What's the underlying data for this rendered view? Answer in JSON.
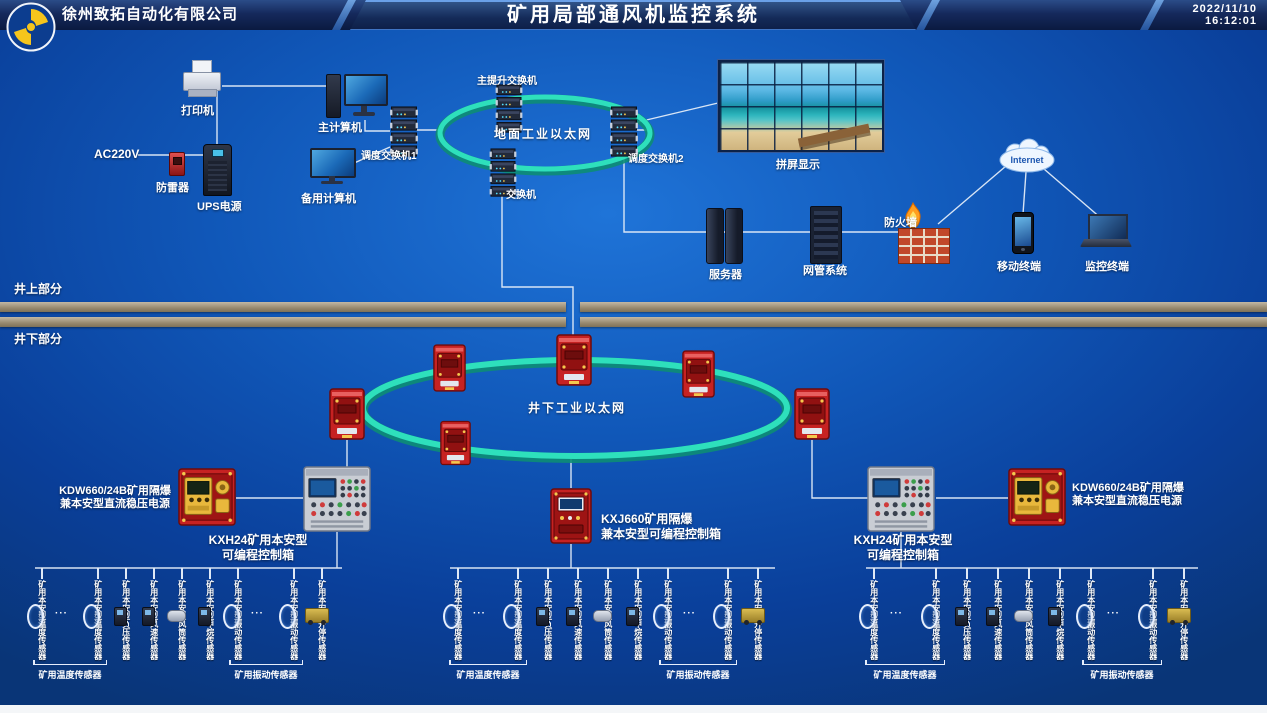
{
  "header": {
    "company": "徐州致拓自动化有限公司",
    "title": "矿用局部通风机监控系统",
    "date": "2022/11/10",
    "time": "16:12:01"
  },
  "sections": {
    "above_ground": "井上部分",
    "below_ground": "井下部分"
  },
  "surface": {
    "ring_label": "地面工业以太网",
    "printer": "打印机",
    "main_computer": "主计算机",
    "power_in": "AC220V",
    "surge_protector": "防雷器",
    "ups": "UPS电源",
    "backup_computer": "备用计算机",
    "dispatch_switch_1": "调度交换机1",
    "hoist_switch": "主提升交换机",
    "switch": "交换机",
    "dispatch_switch_2": "调度交换机2",
    "video_wall": "拼屏显示",
    "server": "服务器",
    "network_mgmt": "网管系统",
    "firewall": "防火墙",
    "internet": "Internet",
    "mobile_terminal": "移动终端",
    "monitor_terminal": "监控终端"
  },
  "underground": {
    "ring_label": "井下工业以太网",
    "left_power_line1": "KDW660/24B矿用隔爆",
    "left_power_line2": "兼本安型直流稳压电源",
    "left_panel_line1": "KXH24矿用本安型",
    "left_panel_line2": "可编程控制箱",
    "center_box_line1": "KXJ660矿用隔爆",
    "center_box_line2": "兼本安型可编程控制箱",
    "right_panel_line1": "KXH24矿用本安型",
    "right_panel_line2": "可编程控制箱",
    "right_power_line1": "KDW660/24B矿用隔爆",
    "right_power_line2": "兼本安型直流稳压电源",
    "ellipsis_text": "···",
    "sensor_groups": [
      {
        "id": "left",
        "sensors": [
          {
            "type": "ring",
            "label": "矿用本安型温度传感器"
          },
          {
            "type": "ellipsis"
          },
          {
            "type": "ring",
            "label": "矿用本安型温度传感器"
          },
          {
            "type": "device",
            "label": "矿用本安型负压传感器"
          },
          {
            "type": "device",
            "label": "矿用本安型风速传感器"
          },
          {
            "type": "duct",
            "label": "矿用本安型风筒传感器"
          },
          {
            "type": "device",
            "label": "矿用本安型甲烷传感器"
          },
          {
            "type": "ring",
            "label": "矿用本安型振动传感器"
          },
          {
            "type": "ellipsis"
          },
          {
            "type": "ring",
            "label": "矿用本安型振动传感器"
          },
          {
            "type": "fan",
            "label": "矿用本安型开停传感器"
          }
        ],
        "braces": [
          {
            "label": "矿用温度传感器",
            "from": 0,
            "to": 2
          },
          {
            "label": "矿用振动传感器",
            "from": 7,
            "to": 9
          }
        ]
      },
      {
        "id": "center",
        "sensors": [
          {
            "type": "ring",
            "label": "矿用本安型温度传感器"
          },
          {
            "type": "ellipsis"
          },
          {
            "type": "ring",
            "label": "矿用本安型温度传感器"
          },
          {
            "type": "device",
            "label": "矿用本安型负压传感器"
          },
          {
            "type": "device",
            "label": "矿用本安型风速传感器"
          },
          {
            "type": "duct",
            "label": "矿用本安型风筒传感器"
          },
          {
            "type": "device",
            "label": "矿用本安型甲烷传感器"
          },
          {
            "type": "ring",
            "label": "矿用本安型振动传感器"
          },
          {
            "type": "ellipsis"
          },
          {
            "type": "ring",
            "label": "矿用本安型振动传感器"
          },
          {
            "type": "fan",
            "label": "矿用本安型开停传感器"
          }
        ],
        "braces": [
          {
            "label": "矿用温度传感器",
            "from": 0,
            "to": 2
          },
          {
            "label": "矿用振动传感器",
            "from": 7,
            "to": 9
          }
        ]
      },
      {
        "id": "right",
        "sensors": [
          {
            "type": "ring",
            "label": "矿用本安型温度传感器"
          },
          {
            "type": "ellipsis"
          },
          {
            "type": "ring",
            "label": "矿用本安型温度传感器"
          },
          {
            "type": "device",
            "label": "矿用本安型负压传感器"
          },
          {
            "type": "device",
            "label": "矿用本安型风速传感器"
          },
          {
            "type": "duct",
            "label": "矿用本安型风筒传感器"
          },
          {
            "type": "device",
            "label": "矿用本安型甲烷传感器"
          },
          {
            "type": "ring",
            "label": "矿用本安型振动传感器"
          },
          {
            "type": "ellipsis"
          },
          {
            "type": "ring",
            "label": "矿用本安型振动传感器"
          },
          {
            "type": "fan",
            "label": "矿用本安型开停传感器"
          }
        ],
        "braces": [
          {
            "label": "矿用温度传感器",
            "from": 0,
            "to": 2
          },
          {
            "label": "矿用振动传感器",
            "from": 7,
            "to": 9
          }
        ]
      }
    ]
  }
}
